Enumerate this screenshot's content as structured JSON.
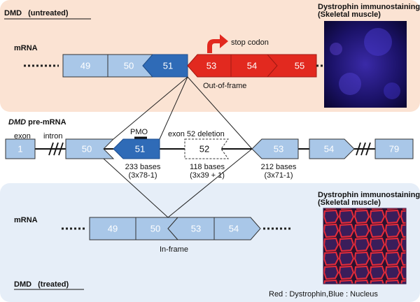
{
  "untreated": {
    "title_gene": "DMD",
    "title_state": "(untreated)",
    "row_label": "mRNA",
    "exons": [
      "49",
      "50",
      "51",
      "53",
      "54",
      "55"
    ],
    "callout": "stop codon",
    "frame_note": "Out-of-frame",
    "stain_title_1": "Dystrophin immunostaining",
    "stain_title_2": "(Skeletal muscle)"
  },
  "premrna": {
    "title_gene": "DMD",
    "title_rest": " pre-mRNA",
    "exon_label": "exon",
    "intron_label": "intron",
    "pmo_label": "PMO",
    "deletion_label": "exon 52 deletion",
    "exons": [
      "1",
      "50",
      "51",
      "52",
      "53",
      "79",
      "54"
    ],
    "bases": [
      {
        "count": "233 bases",
        "formula": "(3x78-1)"
      },
      {
        "count": "118 bases",
        "formula": "(3x39 + 1)"
      },
      {
        "count": "212 bases",
        "formula": "(3x71-1)"
      }
    ]
  },
  "treated": {
    "row_label": "mRNA",
    "exons": [
      "49",
      "50",
      "53",
      "54"
    ],
    "frame_note": "In-frame",
    "title_gene": "DMD",
    "title_state": "(treated)",
    "stain_title_1": "Dystrophin immunostaining",
    "stain_title_2": "(Skeletal muscle)",
    "legend": "Red : Dystrophin,Blue : Nucleus"
  },
  "colors": {
    "top_panel_bg": "#fbe3d3",
    "bottom_panel_bg": "#e6eef8",
    "light_exon": "#a9c7e8",
    "dark_exon": "#2f6bb7",
    "red_exon": "#e2291f"
  }
}
